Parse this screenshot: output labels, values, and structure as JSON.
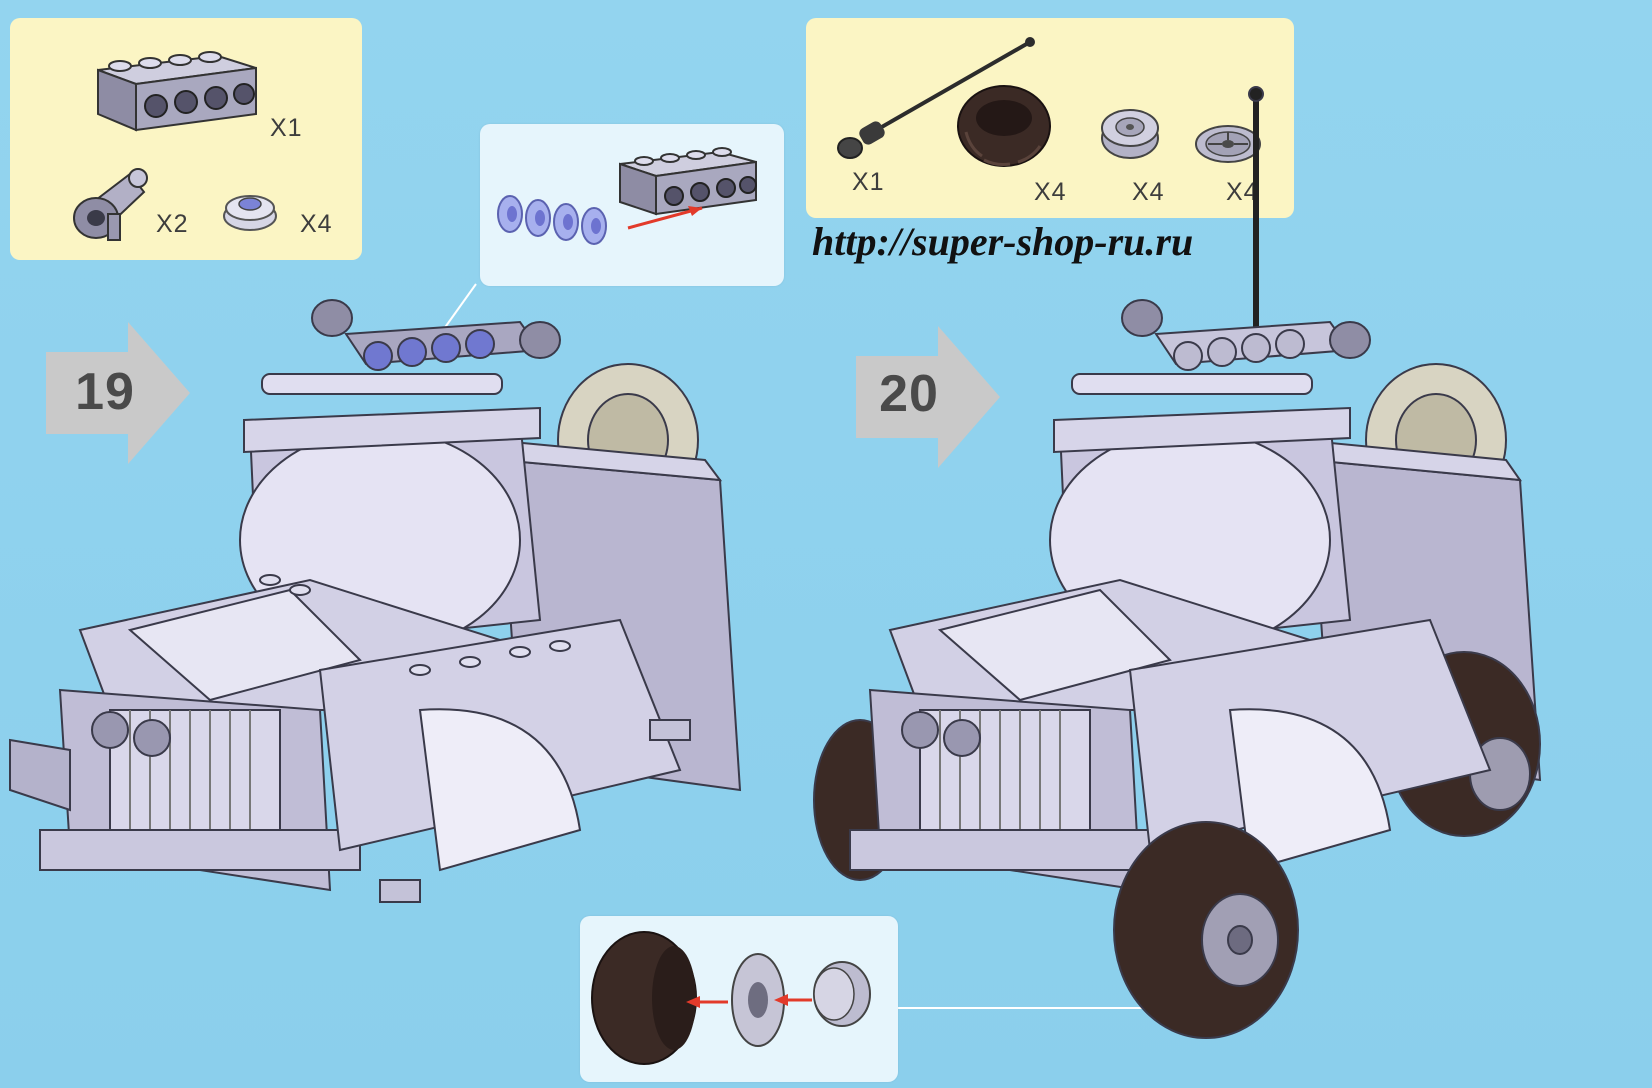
{
  "document": {
    "watermark_url": "http://super-shop-ru.ru",
    "steps": [
      {
        "number": "19",
        "parts": [
          {
            "icon": "brick-1x4-icon",
            "quantity": "X1"
          },
          {
            "icon": "light-cone-icon",
            "quantity": "X2"
          },
          {
            "icon": "round-plate-trans-blue-icon",
            "quantity": "X4"
          }
        ]
      },
      {
        "number": "20",
        "parts": [
          {
            "icon": "antenna-icon",
            "quantity": "X1"
          },
          {
            "icon": "tire-icon",
            "quantity": "X4"
          },
          {
            "icon": "wheel-hub-icon",
            "quantity": "X4"
          },
          {
            "icon": "rim-icon",
            "quantity": "X4"
          }
        ]
      }
    ]
  },
  "colors": {
    "background": "#8fd2ee",
    "parts_box": "#fbf5c4",
    "detail_box": "#e6f5fc",
    "step_arrow": "#c9c9c9",
    "step_number": "#4a4a4a",
    "pointer_arrow": "#e23a2a",
    "brick_body": "#c7c6dd",
    "tire": "#3a2a26"
  }
}
